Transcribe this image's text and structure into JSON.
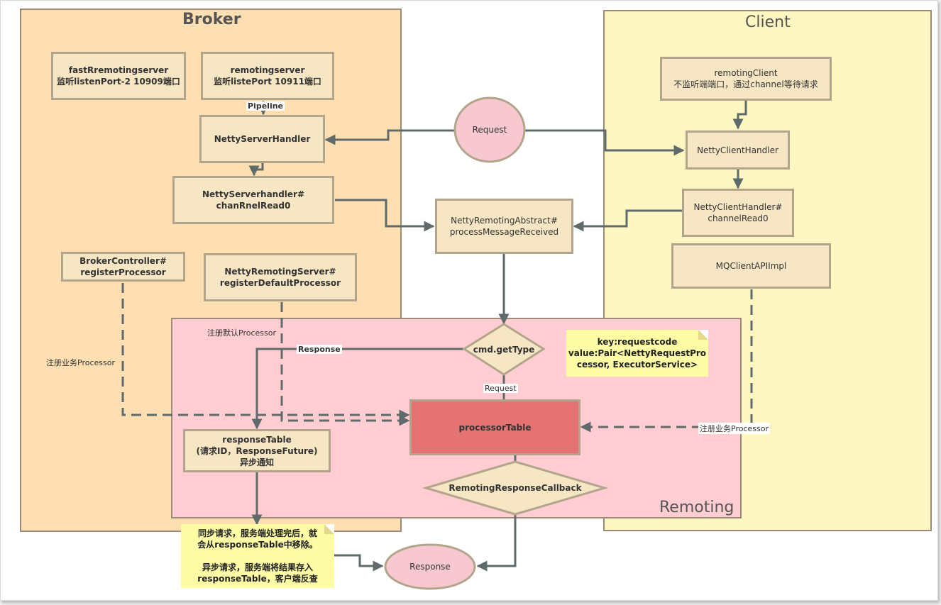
{
  "containers": {
    "broker": {
      "title": "Broker"
    },
    "client": {
      "title": "Client"
    },
    "remoting": {
      "title": "Remoting"
    }
  },
  "nodes": {
    "fast_remoting_server": "fastRremotingserver\n监听listenPort-2 10909端口",
    "remoting_server": "remotingserver\n监听listePort 10911端口",
    "netty_server_handler": "NettyServerHandler",
    "netty_server_handler_read": "NettyServerhandler#\nchanRnelRead0",
    "broker_controller": "BrokerController#\nregisterProcessor",
    "netty_remoting_server": "NettyRemotingServer#\nregisterDefaultProcessor",
    "request_circle": "Request",
    "netty_remoting_abstract": "NettyRemotingAbstract#\nprocessMessageReceived",
    "remoting_client": "remotingClient\n不监听端端口，通过channel等待请求",
    "netty_client_handler": "NettyClientHandler",
    "netty_client_handler_read": "NettyClientHandler#\nchannelRead0",
    "mq_client_api": "MQClientAPIImpl",
    "cmd_get_type": "cmd.getType",
    "processor_table": "processorTable",
    "response_table": "responseTable\n(请求ID，ResponseFuture)\n异步通知",
    "callback": "RemotingResponseCallback",
    "response_circle": "Response"
  },
  "notes": {
    "processor_table_note": "key:requestcode\nvalue:Pair<NettyRequestPro\ncessor, ExecutorService>",
    "response_note": "同步请求，服务端处理完后，就\n会从responseTable中移除。\n\n异步请求，服务端将结果存入\nresponseTable，客户端反查"
  },
  "edge_labels": {
    "pipeline": "Pipeline",
    "response": "Response",
    "request": "Request",
    "register_default": "注册默认Processor",
    "register_business_left": "注册业务Processor",
    "register_business_right": "注册业务Processor"
  },
  "colors": {
    "broker_bg": "#fedfb1",
    "client_bg": "#fef7c1",
    "remoting_bg": "#ffcdd2",
    "node_bg": "#f7e6c4",
    "processor_table": "#e57373",
    "circle": "#f8c8d0",
    "edge": "#5f6b6b"
  }
}
